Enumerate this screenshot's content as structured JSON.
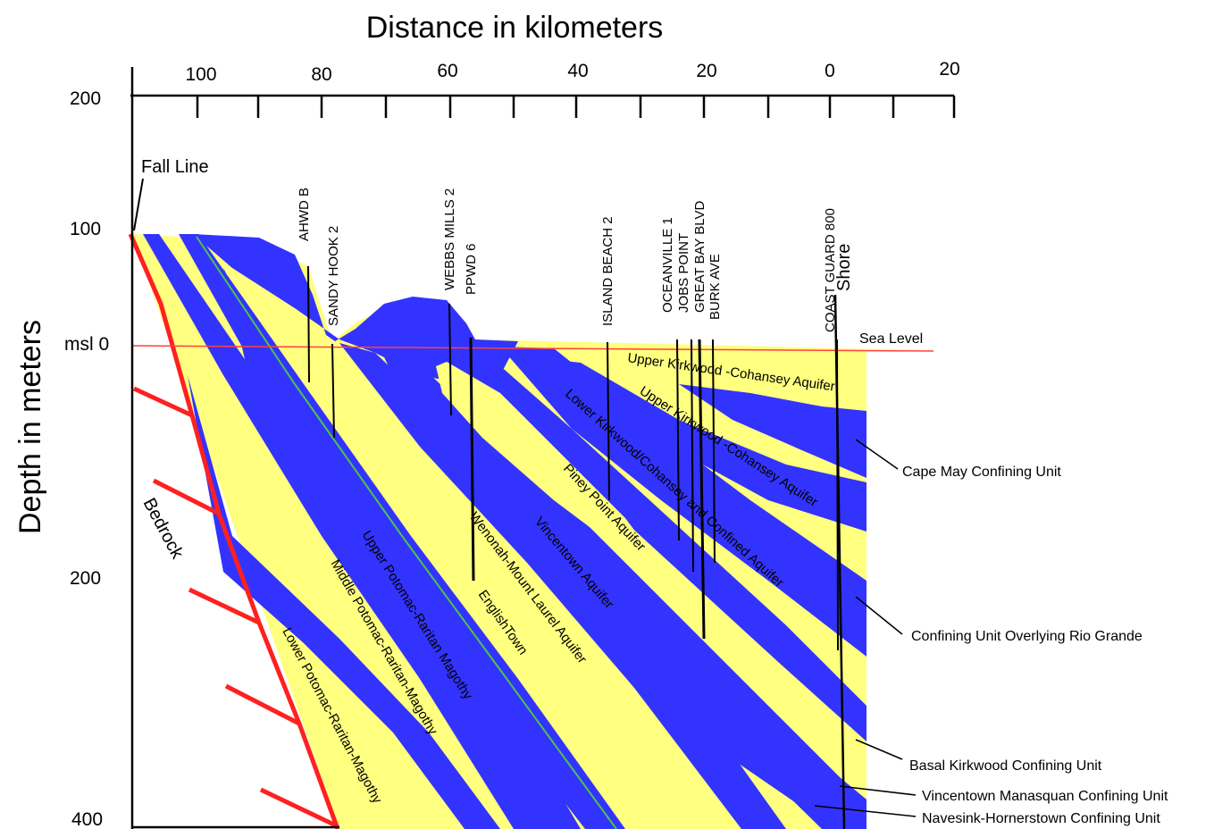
{
  "diagram": {
    "title_x": "Distance in kilometers",
    "title_y": "Depth in meters",
    "x_tick_labels": [
      "100",
      "80",
      "60",
      "40",
      "20",
      "0",
      "20"
    ],
    "y_tick_labels": [
      "200",
      "100",
      "msl 0",
      "200",
      "400"
    ],
    "fall_line_label": "Fall Line",
    "bedrock_label": "Bedrock",
    "sea_level_label": "Sea Level",
    "shore_label": "Shore",
    "wells": [
      "AHWD B",
      "SANDY HOOK 2",
      "WEBBS MILLS 2",
      "PPWD 6",
      "ISLAND BEACH 2",
      "OCEANVILLE 1",
      "JOBS POINT",
      "GREAT BAY BLVD",
      "BURK AVE",
      "COAST GUARD 800"
    ],
    "layer_labels": [
      "Upper Kirkwood -Cohansey Aquifer",
      "Upper Kirkwood -Cohansey Aquifer",
      "Lower Kirkwood/Cohansey and Confined Aquifer",
      "Piney Point Aquifer",
      "Vincentown Aquifer",
      "Wenonah-Mount Laurel Aquifer",
      "EnglishTown",
      "Upper Potomac-Raritan Magothy",
      "Middle Potomac-Raritan-Magothy",
      "Lower Potomac-Raritan-Magothy"
    ],
    "callouts": [
      "Cape May Confining Unit",
      "Confining Unit Overlying Rio Grande",
      "Basal Kirkwood Confining Unit",
      "Vincentown Manasquan Confining Unit",
      "Navesink-Hornerstown Confining Unit"
    ],
    "colors": {
      "aquifer": "#ffff80",
      "confining": "#3333ff",
      "bedrock": "#ff2020",
      "sea_level": "#ff4040",
      "axis": "#000000"
    }
  }
}
